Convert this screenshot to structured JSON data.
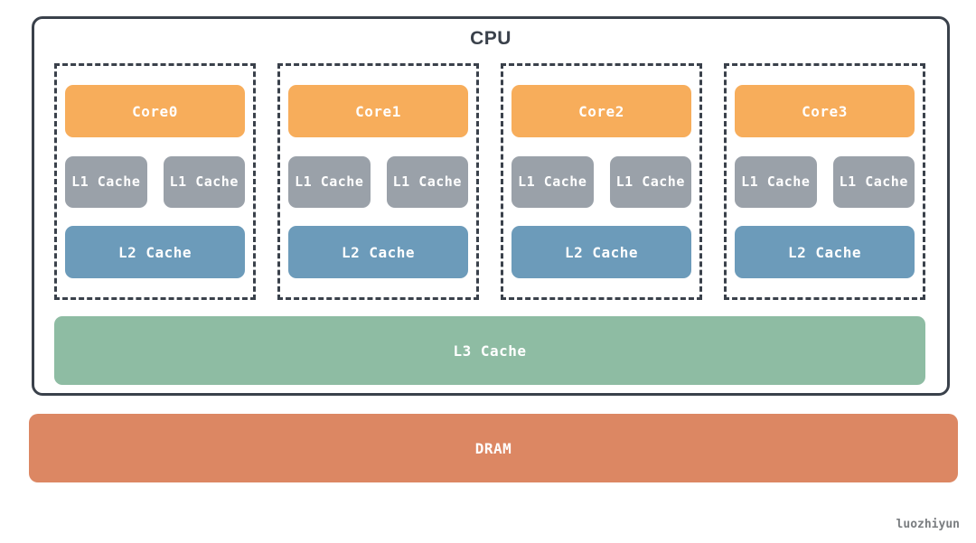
{
  "diagram": {
    "title": "CPU",
    "cores": [
      {
        "name": "Core0",
        "l1a": "L1 Cache",
        "l1b": "L1 Cache",
        "l2": "L2 Cache"
      },
      {
        "name": "Core1",
        "l1a": "L1 Cache",
        "l1b": "L1 Cache",
        "l2": "L2 Cache"
      },
      {
        "name": "Core2",
        "l1a": "L1 Cache",
        "l1b": "L1 Cache",
        "l2": "L2 Cache"
      },
      {
        "name": "Core3",
        "l1a": "L1 Cache",
        "l1b": "L1 Cache",
        "l2": "L2 Cache"
      }
    ],
    "l3_label": "L3 Cache",
    "dram_label": "DRAM",
    "watermark": "luozhiyun",
    "colors": {
      "core_fill": "#F7AD5B",
      "l1_fill": "#9AA1A9",
      "l2_fill": "#6C9BBA",
      "l3_fill": "#8EBCA3",
      "dram_fill": "#DC8763",
      "outline": "#3A414B",
      "label_text": "#FFFFFF",
      "title_text": "#3A414B",
      "watermark_text": "#7A7D80"
    }
  }
}
